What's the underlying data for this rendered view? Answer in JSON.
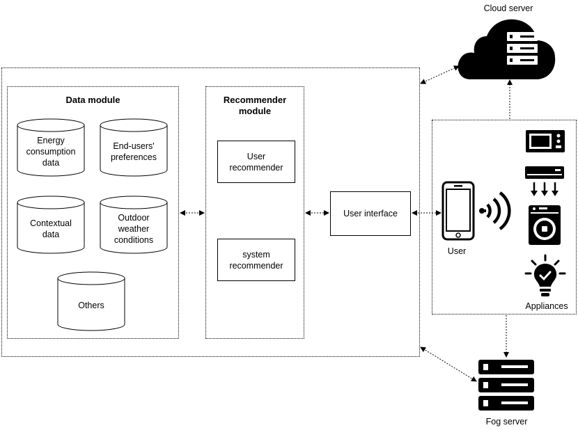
{
  "cloud_server": {
    "label": "Cloud server"
  },
  "fog_server": {
    "label": "Fog server"
  },
  "data_module": {
    "title": "Data module",
    "sources": [
      {
        "lines": [
          "Energy",
          "consumption",
          "data"
        ]
      },
      {
        "lines": [
          "End-users'",
          "preferences"
        ]
      },
      {
        "lines": [
          "Contextual",
          "data"
        ]
      },
      {
        "lines": [
          "Outdoor",
          "weather",
          "conditions"
        ]
      },
      {
        "lines": [
          "Others"
        ]
      }
    ]
  },
  "recommender_module": {
    "title_line1": "Recommender",
    "title_line2": "module",
    "user_recommender": {
      "line1": "User",
      "line2": "recommender"
    },
    "system_recommender": {
      "line1": "system",
      "line2": "recommender"
    }
  },
  "user_interface": {
    "label": "User interface"
  },
  "user": {
    "label": "User"
  },
  "appliances": {
    "label": "Appliances"
  }
}
